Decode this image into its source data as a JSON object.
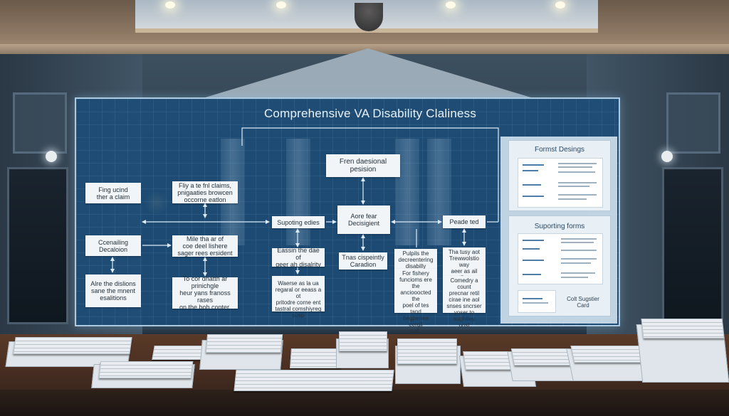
{
  "board": {
    "title": "Comprehensive VA Disability Claliness"
  },
  "nodes": {
    "filing": "Fing ucind\nther a claim",
    "file_claims": "Fliy a te fnl claims,\npnigaaties browcen\noccorne eatlon",
    "gathering": "Ccenailing\nDecaloion",
    "medical": "Mile tha ar of\ncoe deel lishere\nsager rees ersident",
    "appeal": "Alre the dislions\nsane the mnent\nesalitions",
    "cost": "To cor dhatth ar prinichgle\nheur yans franoss rases\non the boh conter,",
    "decision_top": "Fren daesional\npesision",
    "supporting_evidence": "Supoting edies",
    "decisions_center": "Aore fear\nDecisigient",
    "explain": "Eassin the dae of\ngeer ah disalrity",
    "notice": "Tnas cispeintly\nCaradion",
    "warrer": "Waerse as la ua\nregaral or eeass a ot\npritodre corne ent\ntastral comshiyreg\nsusp",
    "review_last": "Peade ted",
    "pulpits": "Pulpils the\ndecreentering\ndisabilly",
    "for_fishery": "For fishery\nfuncioms ere the\nanciooocted the\npoel of tes tand\nhegperiee eergll\nnait.",
    "they_act": "Tha tusy aot\nTrewwolstio way\naeer as ail tilys\na sne eatre\neadarne",
    "comedy": "Comedry a count\nprecnar retil\ncirae ine aol\nsnses sncrser\nyoser to sughtley\nonst"
  },
  "side": {
    "format_title": "Formst Desings",
    "supporting_title": "Suporting forms",
    "foot_label": "Colt Sugstier\nCard"
  },
  "colors": {
    "board": "#1c4c78",
    "node": "#f2f5f7",
    "connector": "#dde9f3",
    "panel": "#d2e2ee"
  }
}
